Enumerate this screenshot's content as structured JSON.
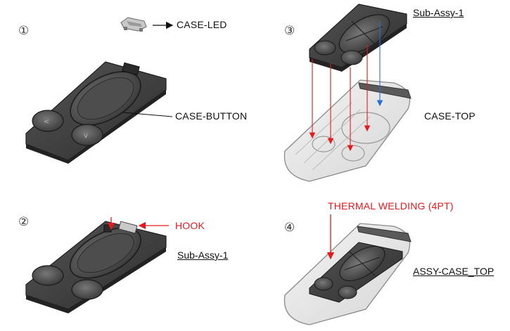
{
  "colors": {
    "accent_red": "#e8191c",
    "accent_blue": "#2a6fd6",
    "part_dark": "#3a3a3a",
    "part_mid": "#5a5a5a",
    "case_light": "#ececec",
    "case_edge": "#9a9a9a"
  },
  "steps": [
    "①",
    "②",
    "③",
    "④"
  ],
  "labels": {
    "case_led": "CASE-LED",
    "case_button": "CASE-BUTTON",
    "case_top": "CASE-TOP",
    "hook": "HOOK",
    "sub_assy_step2": "Sub-Assy-1",
    "sub_assy_step3": "Sub-Assy-1",
    "thermal_welding": "THERMAL WELDING (4PT)",
    "assy_case_top": "ASSY-CASE_TOP"
  },
  "icons": [
    "arrow-left-icon",
    "down-arrow-icon"
  ]
}
